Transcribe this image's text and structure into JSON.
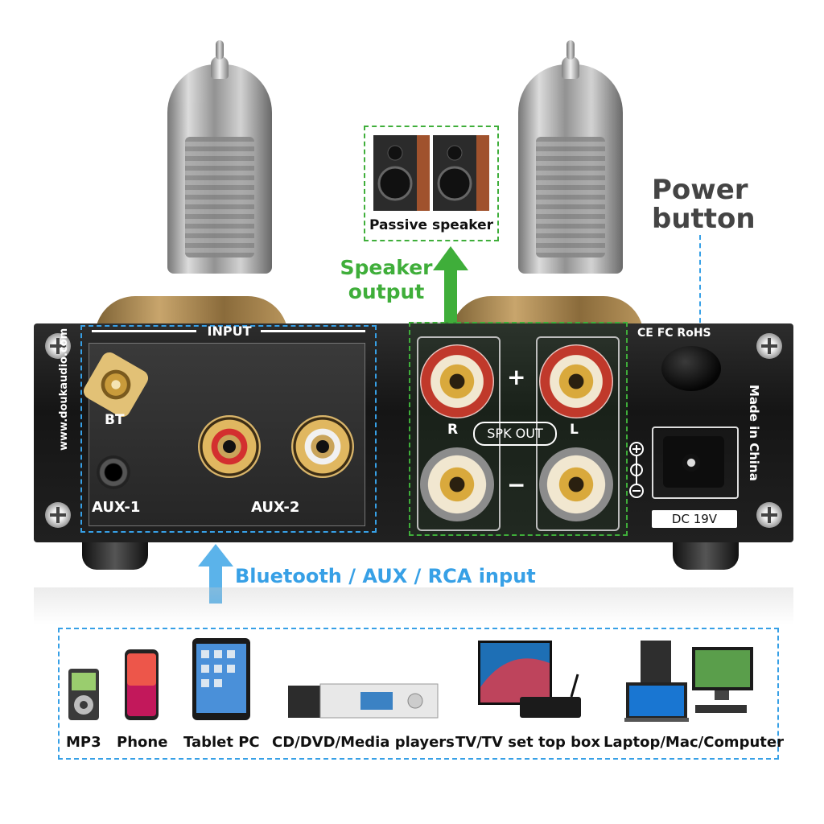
{
  "product": {
    "website": "www.doukaudio.com",
    "made_in": "Made in China",
    "certifications": "CE FC RoHS"
  },
  "input_panel": {
    "title": "INPUT",
    "bt_label": "BT",
    "aux1_label": "AUX-1",
    "aux2_label": "AUX-2"
  },
  "speaker_panel": {
    "plus": "+",
    "minus": "−",
    "r_label": "R",
    "l_label": "L",
    "spk_out": "SPK OUT"
  },
  "power": {
    "dc_label": "DC 19V"
  },
  "callouts": {
    "passive_speaker": "Passive speaker",
    "speaker_output": "Speaker\noutput",
    "power_button": "Power\nbutton",
    "input_caption": "Bluetooth / AUX / RCA input"
  },
  "devices": [
    {
      "label": "MP3",
      "icon": "mp3-player-icon"
    },
    {
      "label": "Phone",
      "icon": "phone-icon"
    },
    {
      "label": "Tablet PC",
      "icon": "tablet-icon"
    },
    {
      "label": "CD/DVD/Media players",
      "icon": "media-player-icon"
    },
    {
      "label": "TV/TV set top box",
      "icon": "tv-icon"
    },
    {
      "label": "Laptop/Mac/Computer",
      "icon": "computer-icon"
    }
  ],
  "colors": {
    "green_accent": "#3fae3a",
    "blue_accent": "#37a0e6",
    "power_text": "#444444"
  }
}
